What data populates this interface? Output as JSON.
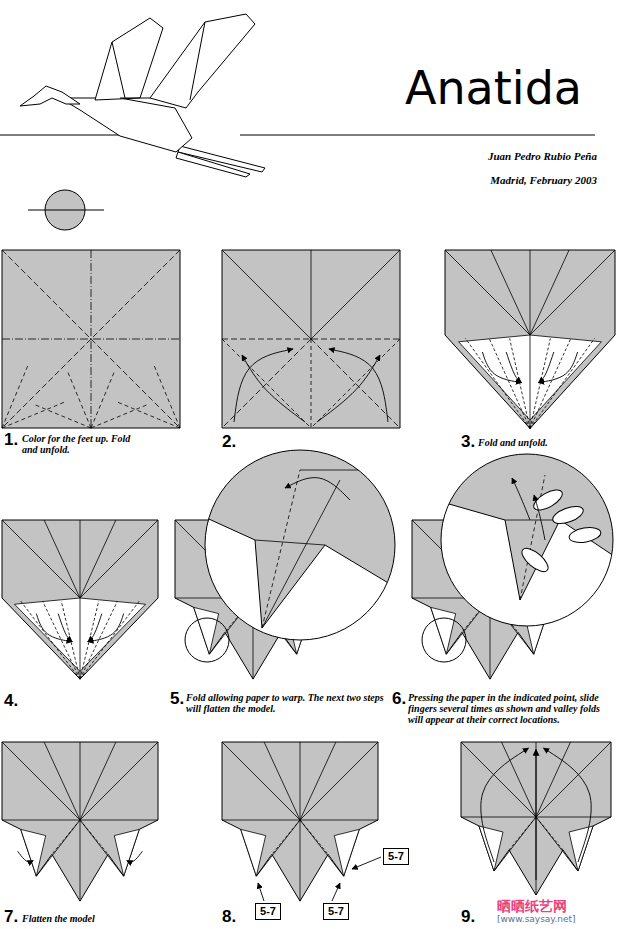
{
  "diagram": {
    "title": "Anatida",
    "nodes": [
      {
        "text": [
          "5-7"
        ]
      },
      {
        "text": [
          "5-7"
        ]
      },
      {
        "text": [
          "5-7"
        ]
      }
    ],
    "labels": [
      "Juan Pedro Rubio Peña",
      "Madrid, February 2003",
      "1.",
      "Color for the feet up. Fold and unfold.",
      "2.",
      "3.",
      "Fold and unfold.",
      "4.",
      "5.",
      "Fold allowing paper to warp. The next two steps will flatten the model.",
      "6.",
      "Pressing the paper in the indicated point, slide fingers several times as shown and valley folds will appear at their correct locations.",
      "7.",
      "Flatten the model",
      "8.",
      "9.",
      "晒晒纸艺网",
      "[www.saysay.net]"
    ]
  }
}
